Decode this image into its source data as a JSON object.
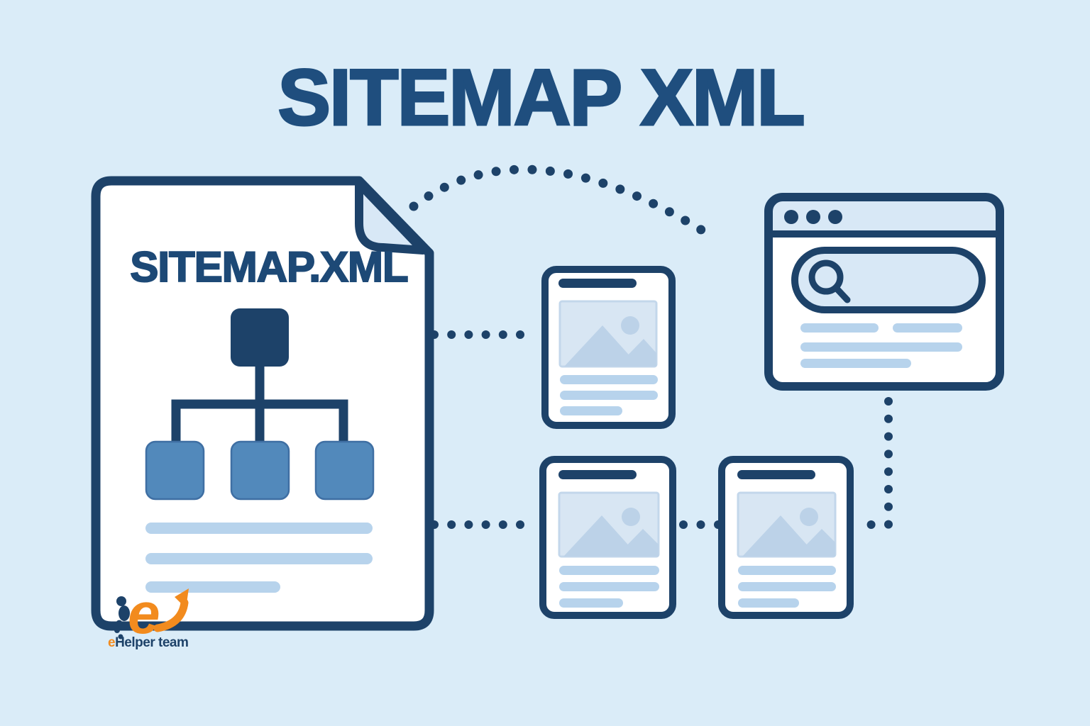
{
  "title": "SITEMAP XML",
  "document": {
    "label": "SITEMAP.XML",
    "text_lines": 3,
    "tree": {
      "root_nodes": 1,
      "child_nodes": 3
    }
  },
  "browser_window": {
    "window_control_dots": 3,
    "has_search_bar": true,
    "text_lines": 4
  },
  "webpage_cards": {
    "count": 3,
    "text_lines_per_card": 3
  },
  "connectors": {
    "style": "dotted",
    "count": 5
  },
  "logo": {
    "mark": "e",
    "prefix": "e",
    "rest": "Helper team",
    "full_text": "eHelper team"
  },
  "colors": {
    "background": "#daecf8",
    "navy": "#1d4269",
    "title_blue": "#1f4e7e",
    "medium_blue": "#5289bb",
    "light_blue_fill": "#d8e8f6",
    "pale_line_blue": "#b7d3ec",
    "image_placeholder": "#bcd2e8",
    "orange": "#f28b1e",
    "white": "#ffffff"
  }
}
